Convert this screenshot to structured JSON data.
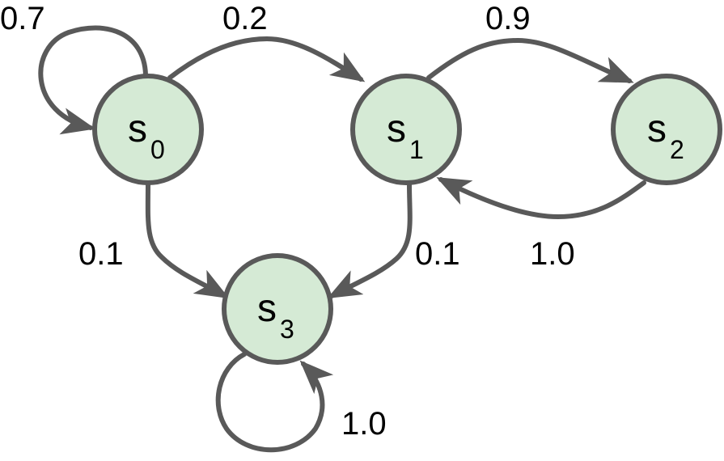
{
  "diagram": {
    "type": "markov-chain",
    "colors": {
      "node_fill": "#d5ead5",
      "stroke": "#595959",
      "text": "#000000"
    },
    "states": [
      {
        "id": "s0",
        "base": "s",
        "sub": "0"
      },
      {
        "id": "s1",
        "base": "s",
        "sub": "1"
      },
      {
        "id": "s2",
        "base": "s",
        "sub": "2"
      },
      {
        "id": "s3",
        "base": "s",
        "sub": "3"
      }
    ],
    "transitions": [
      {
        "from": "s0",
        "to": "s0",
        "p": "0.7"
      },
      {
        "from": "s0",
        "to": "s1",
        "p": "0.2"
      },
      {
        "from": "s0",
        "to": "s3",
        "p": "0.1"
      },
      {
        "from": "s1",
        "to": "s2",
        "p": "0.9"
      },
      {
        "from": "s1",
        "to": "s3",
        "p": "0.1"
      },
      {
        "from": "s2",
        "to": "s1",
        "p": "1.0"
      },
      {
        "from": "s3",
        "to": "s3",
        "p": "1.0"
      }
    ]
  }
}
